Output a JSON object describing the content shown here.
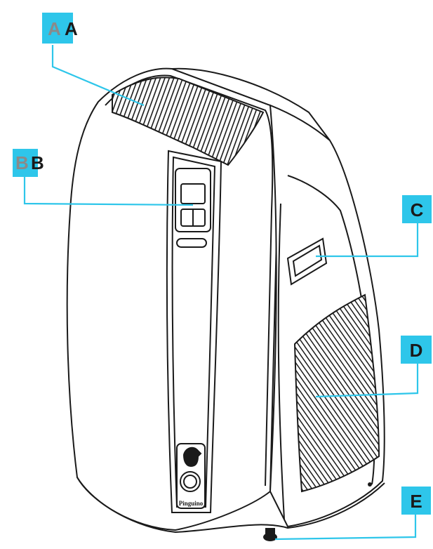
{
  "callouts": [
    {
      "id": "A",
      "box_text": "A",
      "outer_text": "A",
      "part": "top air outlet grille"
    },
    {
      "id": "B",
      "box_text": "B",
      "outer_text": "B",
      "part": "control panel"
    },
    {
      "id": "C",
      "box_text": "C",
      "outer_text": "",
      "part": "side carry handle"
    },
    {
      "id": "D",
      "box_text": "D",
      "outer_text": "",
      "part": "side air intake grille"
    },
    {
      "id": "E",
      "box_text": "E",
      "outer_text": "",
      "part": "castor wheel"
    }
  ],
  "brand_text": "Pinguino",
  "colors": {
    "label_box": "#2ec6ea",
    "leader_line": "#2ec6ea",
    "box_letter_faded": "#8a8a8a",
    "outline": "#1a1a1a",
    "body_fill": "#ffffff",
    "grille_fill": "#1a1a1a"
  }
}
